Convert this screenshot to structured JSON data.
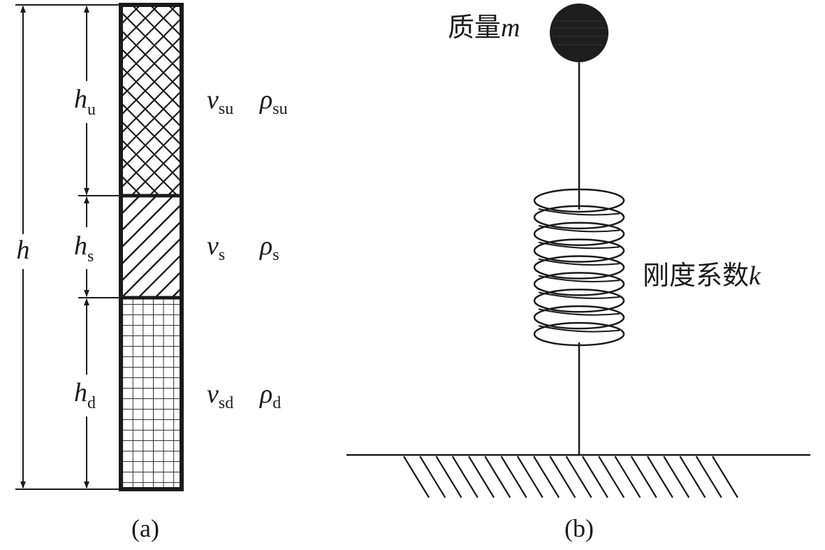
{
  "panel_a": {
    "caption": "(a)",
    "total_height_label": "h",
    "layers": [
      {
        "id": "upper",
        "height_symbol": "h",
        "height_subscript": "u",
        "v_symbol": "v",
        "v_subscript": "su",
        "rho_symbol": "ρ",
        "rho_subscript": "su",
        "pattern": "crosshatch"
      },
      {
        "id": "middle",
        "height_symbol": "h",
        "height_subscript": "s",
        "v_symbol": "v",
        "v_subscript": "s",
        "rho_symbol": "ρ",
        "rho_subscript": "s",
        "pattern": "diagonal"
      },
      {
        "id": "lower",
        "height_symbol": "h",
        "height_subscript": "d",
        "v_symbol": "v",
        "v_subscript": "sd",
        "rho_symbol": "ρ",
        "rho_subscript": "d",
        "pattern": "grid"
      }
    ]
  },
  "panel_b": {
    "caption": "(b)",
    "mass_label": "质量",
    "mass_symbol": "m",
    "spring_label": "刚度系数",
    "spring_symbol": "k",
    "coil_turns": 9
  }
}
